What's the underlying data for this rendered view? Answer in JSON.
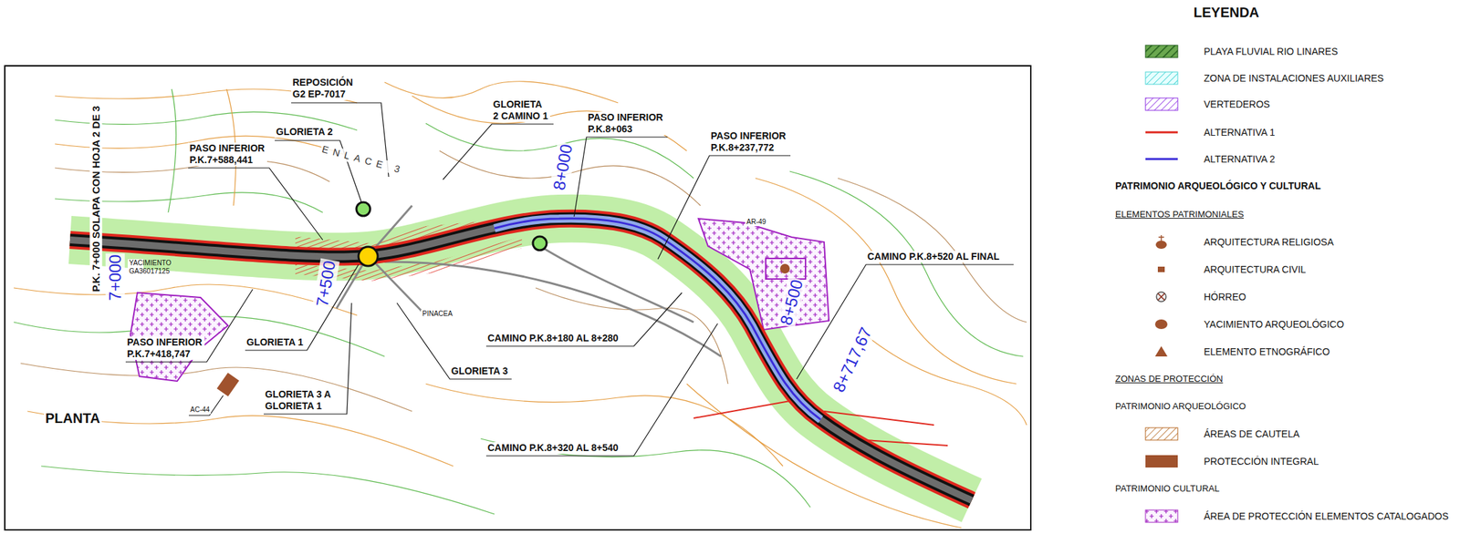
{
  "diagram": {
    "labels": [
      "PLANTA",
      "REPOSICIÓN G2 EP-7017",
      "GLORIETA 2",
      "GLORIETA 2 CAMINO 1",
      "PASO INFERIOR P.K.8+063",
      "PASO INFERIOR P.K.8+237,772",
      "PASO INFERIOR P.K.7+588,441",
      "ENLACE 3",
      "P.K. 7+000 SOLAPA CON HOJA 2 DE 3",
      "7+000",
      "7+500",
      "8+000",
      "8+500",
      "8+717,67",
      "YACIMIENTO GA36017125",
      "PASO INFERIOR P.K.7+418,747",
      "AC-44",
      "GLORIETA 1",
      "GLORIETA 3 A GLORIETA 1",
      "GLORIETA 3",
      "PINACEA",
      "CAMINO P.K.8+180 AL 8+280",
      "CAMINO P.K.8+320 AL 8+540",
      "CAMINO P.K.8+520 AL FINAL",
      "AR-49",
      "LEYENDA",
      "PATRIMONIO ARQUEOLÓGICO Y CULTURAL",
      "ELEMENTOS PATRIMONIALES",
      "ZONAS DE PROTECCIÓN",
      "PATRIMONIO ARQUEOLÓGICO",
      "PATRIMONIO CULTURAL"
    ],
    "legend": [
      {
        "text": "PLAYA FLUVIAL RIO LINARES"
      },
      {
        "text": "ZONA DE INSTALACIONES AUXILIARES"
      },
      {
        "text": "VERTEDEROS"
      },
      {
        "text": "ALTERNATIVA 1"
      },
      {
        "text": "ALTERNATIVA 2"
      },
      {
        "text": "ARQUITECTURA RELIGIOSA"
      },
      {
        "text": "ARQUITECTURA CIVIL"
      },
      {
        "text": "HÓRREO"
      },
      {
        "text": "YACIMIENTO ARQUEOLÓGICO"
      },
      {
        "text": "ELEMENTO ETNOGRÁFICO"
      },
      {
        "text": "ÁREAS DE CAUTELA"
      },
      {
        "text": "PROTECCIÓN INTEGRAL",
        "color": "#a0522d"
      },
      {
        "text": "ÁREA DE PROTECCIÓN ELEMENTOS CATALOGADOS"
      }
    ]
  }
}
